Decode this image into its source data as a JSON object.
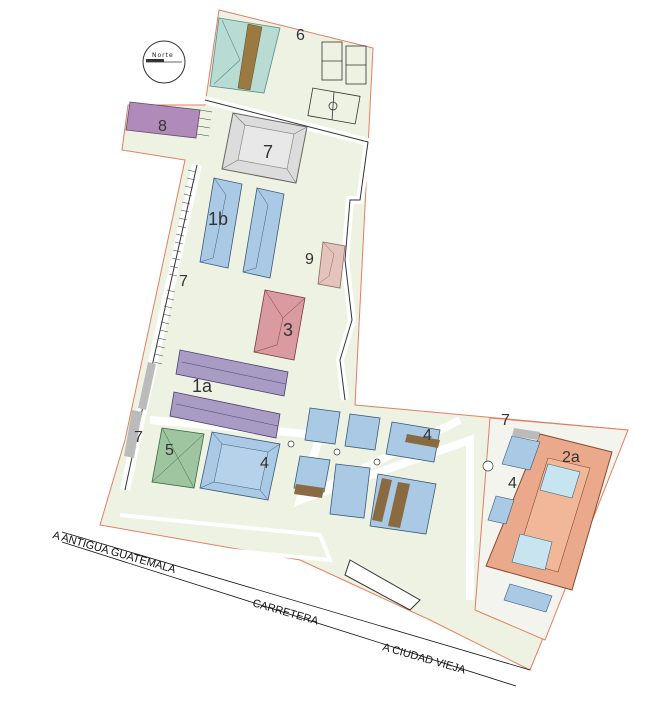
{
  "north_arrow": {
    "label": "Norte"
  },
  "roads": {
    "to_antigua": "A ANTIGUA GUATEMALA",
    "highway": "CARRETERA",
    "to_ciudad_vieja": "A CIUDAD VIEJA"
  },
  "zones": {
    "z6": "6",
    "z8": "8",
    "z7_top": "7",
    "z1b": "1b",
    "z9": "9",
    "z7_left": "7",
    "z3": "3",
    "z1a": "1a",
    "z7_lower": "7",
    "z5": "5",
    "z4_main": "4",
    "z4_grid": "4",
    "z7_east": "7",
    "z2a": "2a",
    "z4_east": "4"
  },
  "colors": {
    "site_fill": "#eef2e2",
    "site_border": "#e08060",
    "path": "#ffffff",
    "path_edge": "#333333",
    "blue_building": "#a9c9e4",
    "purple_building": "#a99cc4",
    "gray_building": "#dcdcdc",
    "red_building": "#d99aa0",
    "green_building": "#9ec4a0",
    "purple_zone": "#b08ab8",
    "salmon_building": "#eaa98a",
    "teal_building": "#b8dcd4",
    "brown_corridor": "#8a6a40",
    "pink_building": "#e3c3bb"
  }
}
